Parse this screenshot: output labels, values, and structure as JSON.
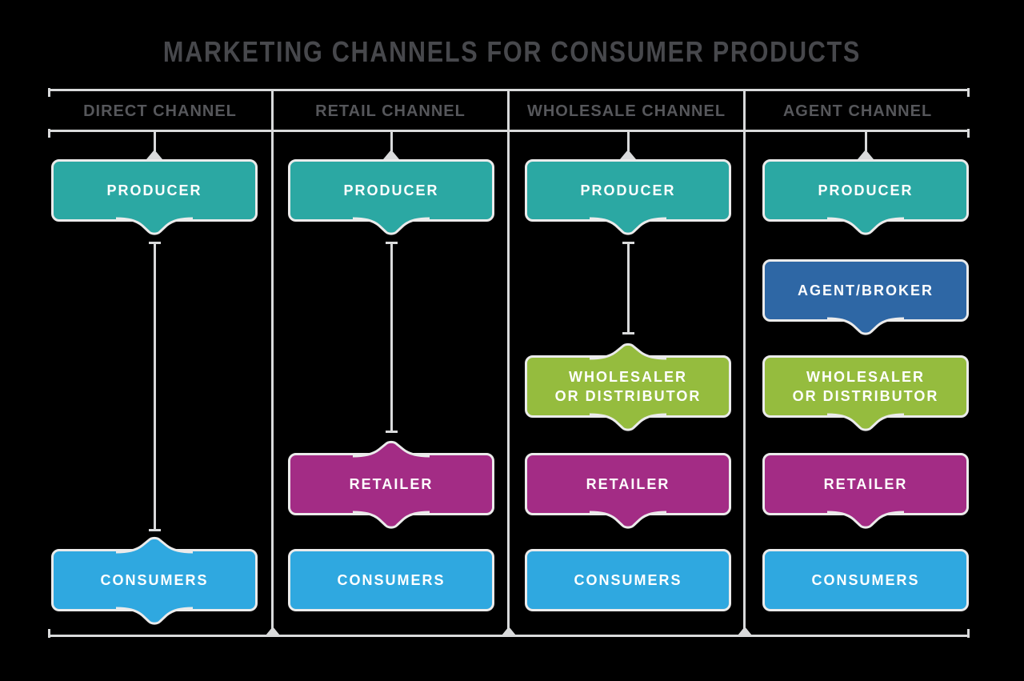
{
  "title": "MARKETING CHANNELS FOR CONSUMER PRODUCTS",
  "columns": [
    {
      "header": "DIRECT CHANNEL",
      "boxes": [
        {
          "name": "producer",
          "lines": [
            "PRODUCER"
          ],
          "color": "teal"
        },
        {
          "name": "consumers",
          "lines": [
            "CONSUMERS"
          ],
          "color": "lightblue"
        }
      ]
    },
    {
      "header": "RETAIL CHANNEL",
      "boxes": [
        {
          "name": "producer",
          "lines": [
            "PRODUCER"
          ],
          "color": "teal"
        },
        {
          "name": "retailer",
          "lines": [
            "RETAILER"
          ],
          "color": "magenta"
        },
        {
          "name": "consumers",
          "lines": [
            "CONSUMERS"
          ],
          "color": "lightblue"
        }
      ]
    },
    {
      "header": "WHOLESALE CHANNEL",
      "boxes": [
        {
          "name": "producer",
          "lines": [
            "PRODUCER"
          ],
          "color": "teal"
        },
        {
          "name": "wholesaler",
          "lines": [
            "WHOLESALER",
            "OR DISTRIBUTOR"
          ],
          "color": "green"
        },
        {
          "name": "retailer",
          "lines": [
            "RETAILER"
          ],
          "color": "magenta"
        },
        {
          "name": "consumers",
          "lines": [
            "CONSUMERS"
          ],
          "color": "lightblue"
        }
      ]
    },
    {
      "header": "AGENT CHANNEL",
      "boxes": [
        {
          "name": "producer",
          "lines": [
            "PRODUCER"
          ],
          "color": "teal"
        },
        {
          "name": "agent",
          "lines": [
            "AGENT/BROKER"
          ],
          "color": "blue"
        },
        {
          "name": "wholesaler",
          "lines": [
            "WHOLESALER",
            "OR DISTRIBUTOR"
          ],
          "color": "green"
        },
        {
          "name": "retailer",
          "lines": [
            "RETAILER"
          ],
          "color": "magenta"
        },
        {
          "name": "consumers",
          "lines": [
            "CONSUMERS"
          ],
          "color": "lightblue"
        }
      ]
    }
  ],
  "colors": {
    "background": "#000000",
    "teal": "#2BA8A3",
    "blue": "#2E67A5",
    "green": "#95BC3E",
    "magenta": "#A32C85",
    "lightblue": "#2FA8E0",
    "box-border": "#EBEBEB",
    "line": "#D9DADB",
    "title-text": "#47484C",
    "header-text": "#56575B"
  }
}
